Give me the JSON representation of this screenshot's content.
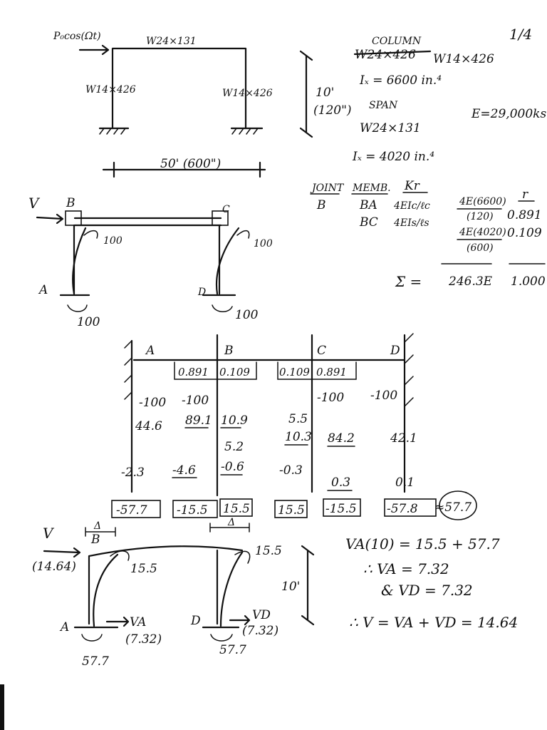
{
  "page_number": "1/4",
  "frame_sketch": {
    "load_label": "P₀cos(Ωt)",
    "beam_label": "W24×131",
    "left_column_label": "W14×426",
    "right_column_label": "W14×426",
    "height_label": "10'",
    "height_inches": "(120\")",
    "span_label": "50' (600\")"
  },
  "section_properties": {
    "column_heading": "COLUMN",
    "column_struck": "W24×426",
    "column_section": "W14×426",
    "column_ix": "Iₓ = 6600 in.⁴",
    "span_heading": "SPAN",
    "span_section": "W24×131",
    "span_ix": "Iₓ = 4020 in.⁴",
    "modulus": "E=29,000ksi"
  },
  "distribution_table": {
    "headers": [
      "JOINT",
      "MEMB.",
      "Kr",
      "r"
    ],
    "joint": "B",
    "rows": [
      {
        "member": "BA",
        "k_expr": "4EIc/ℓc",
        "k_num": "4E(6600)",
        "k_den": "(120)",
        "r": "0.891"
      },
      {
        "member": "BC",
        "k_expr": "4EIs/ℓs",
        "k_num": "4E(4020)",
        "k_den": "(600)",
        "r": "0.109"
      }
    ],
    "sum_label": "Σ =",
    "sum_value": "246.3E",
    "sum_r": "1.000"
  },
  "deflected_sketch": {
    "load": "V",
    "joint_b": "B",
    "joint_c": "C",
    "joint_a": "A",
    "joint_d": "D",
    "moment_b": "100",
    "moment_c": "100",
    "moment_a": "100",
    "moment_d": "100"
  },
  "moment_distribution": {
    "joints": [
      "A",
      "B",
      "C",
      "D"
    ],
    "factors": [
      "0.891",
      "0.109",
      "0.109",
      "0.891"
    ],
    "fem": [
      "-100",
      "-100",
      "-100",
      "-100"
    ],
    "cycle1": [
      "44.6",
      "89.1",
      "10.9",
      "5.5",
      "10.3",
      "84.2",
      "42.1"
    ],
    "cycle2": [
      "5.2"
    ],
    "cycle3": [
      "-2.3",
      "-4.6",
      "-0.6",
      "-0.3",
      "0.3",
      "0.1"
    ],
    "finals": [
      "-57.7",
      "-15.5",
      "15.5",
      "15.5",
      "-15.5",
      "-57.8",
      "≈57.7"
    ]
  },
  "final_sketch": {
    "load": "V",
    "load_value": "(14.64)",
    "delta_left": "Δ",
    "delta_right": "Δ",
    "joint_b": "B",
    "moment_b": "15.5",
    "moment_c": "15.5",
    "height": "10'",
    "joint_a": "A",
    "shear_a": "VA",
    "shear_a_value": "(7.32)",
    "moment_a": "57.7",
    "joint_d": "D",
    "shear_d": "VD",
    "shear_d_value": "(7.32)",
    "moment_d": "57.7"
  },
  "equations": [
    "VA(10) = 15.5 + 57.7",
    "∴ VA = 7.32",
    "& VD = 7.32",
    "∴ V = VA + VD = 14.64"
  ]
}
